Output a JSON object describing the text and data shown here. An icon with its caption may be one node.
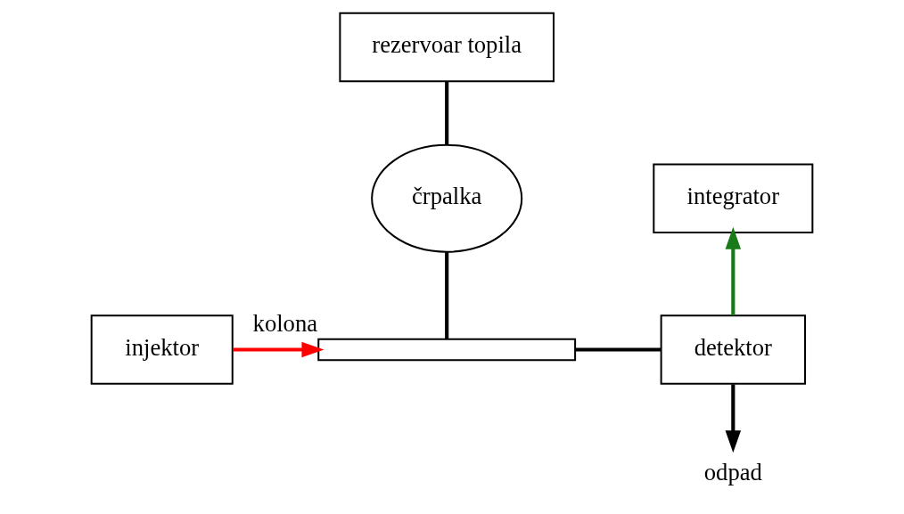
{
  "diagram": {
    "nodes": [
      {
        "text": [
          "rezervoar topila"
        ]
      },
      {
        "text": [
          "črpalka"
        ]
      },
      {
        "text": [
          "injektor"
        ]
      },
      {
        "text": [
          "kolona"
        ]
      },
      {
        "text": [
          "detektor"
        ]
      },
      {
        "text": [
          "integrator"
        ]
      },
      {
        "text": [
          "odpad"
        ]
      }
    ],
    "edges": [
      {
        "from": 0,
        "to": 1,
        "arrow": "none"
      },
      {
        "from": 1,
        "to": 3,
        "arrow": "none"
      },
      {
        "from": 2,
        "to": 3,
        "arrow": "to",
        "color": "#ff0000"
      },
      {
        "from": 3,
        "to": 4,
        "arrow": "none"
      },
      {
        "from": 4,
        "to": 5,
        "arrow": "to",
        "color": "#1a7a1a"
      },
      {
        "from": 4,
        "to": 6,
        "arrow": "to"
      }
    ]
  }
}
